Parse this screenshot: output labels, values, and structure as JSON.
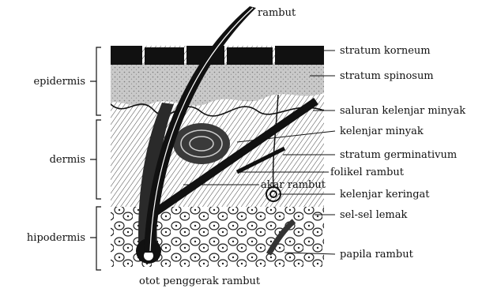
{
  "diagram": {
    "layer_labels": {
      "epidermis": "epidermis",
      "dermis": "dermis",
      "hipodermis": "hipodermis"
    },
    "labels": {
      "rambut": "rambut",
      "stratum_korneum": "stratum korneum",
      "stratum_spinosum": "stratum spinosum",
      "saluran_kelenjar_minyak": "saluran kelenjar minyak",
      "kelenjar_minyak": "kelenjar minyak",
      "stratum_germinativum": "stratum germinativum",
      "folikel_rambut": "folikel rambut",
      "akar_rambut": "akar rambut",
      "kelenjar_keringat": "kelenjar keringat",
      "sel_sel_lemak": "sel-sel lemak",
      "papila_rambut": "papila rambut",
      "otot_penggerak_rambut": "otot penggerak rambut"
    },
    "colors": {
      "ink": "#111111",
      "background": "#ffffff",
      "spinosum_tone": "#bdbdbd"
    }
  }
}
